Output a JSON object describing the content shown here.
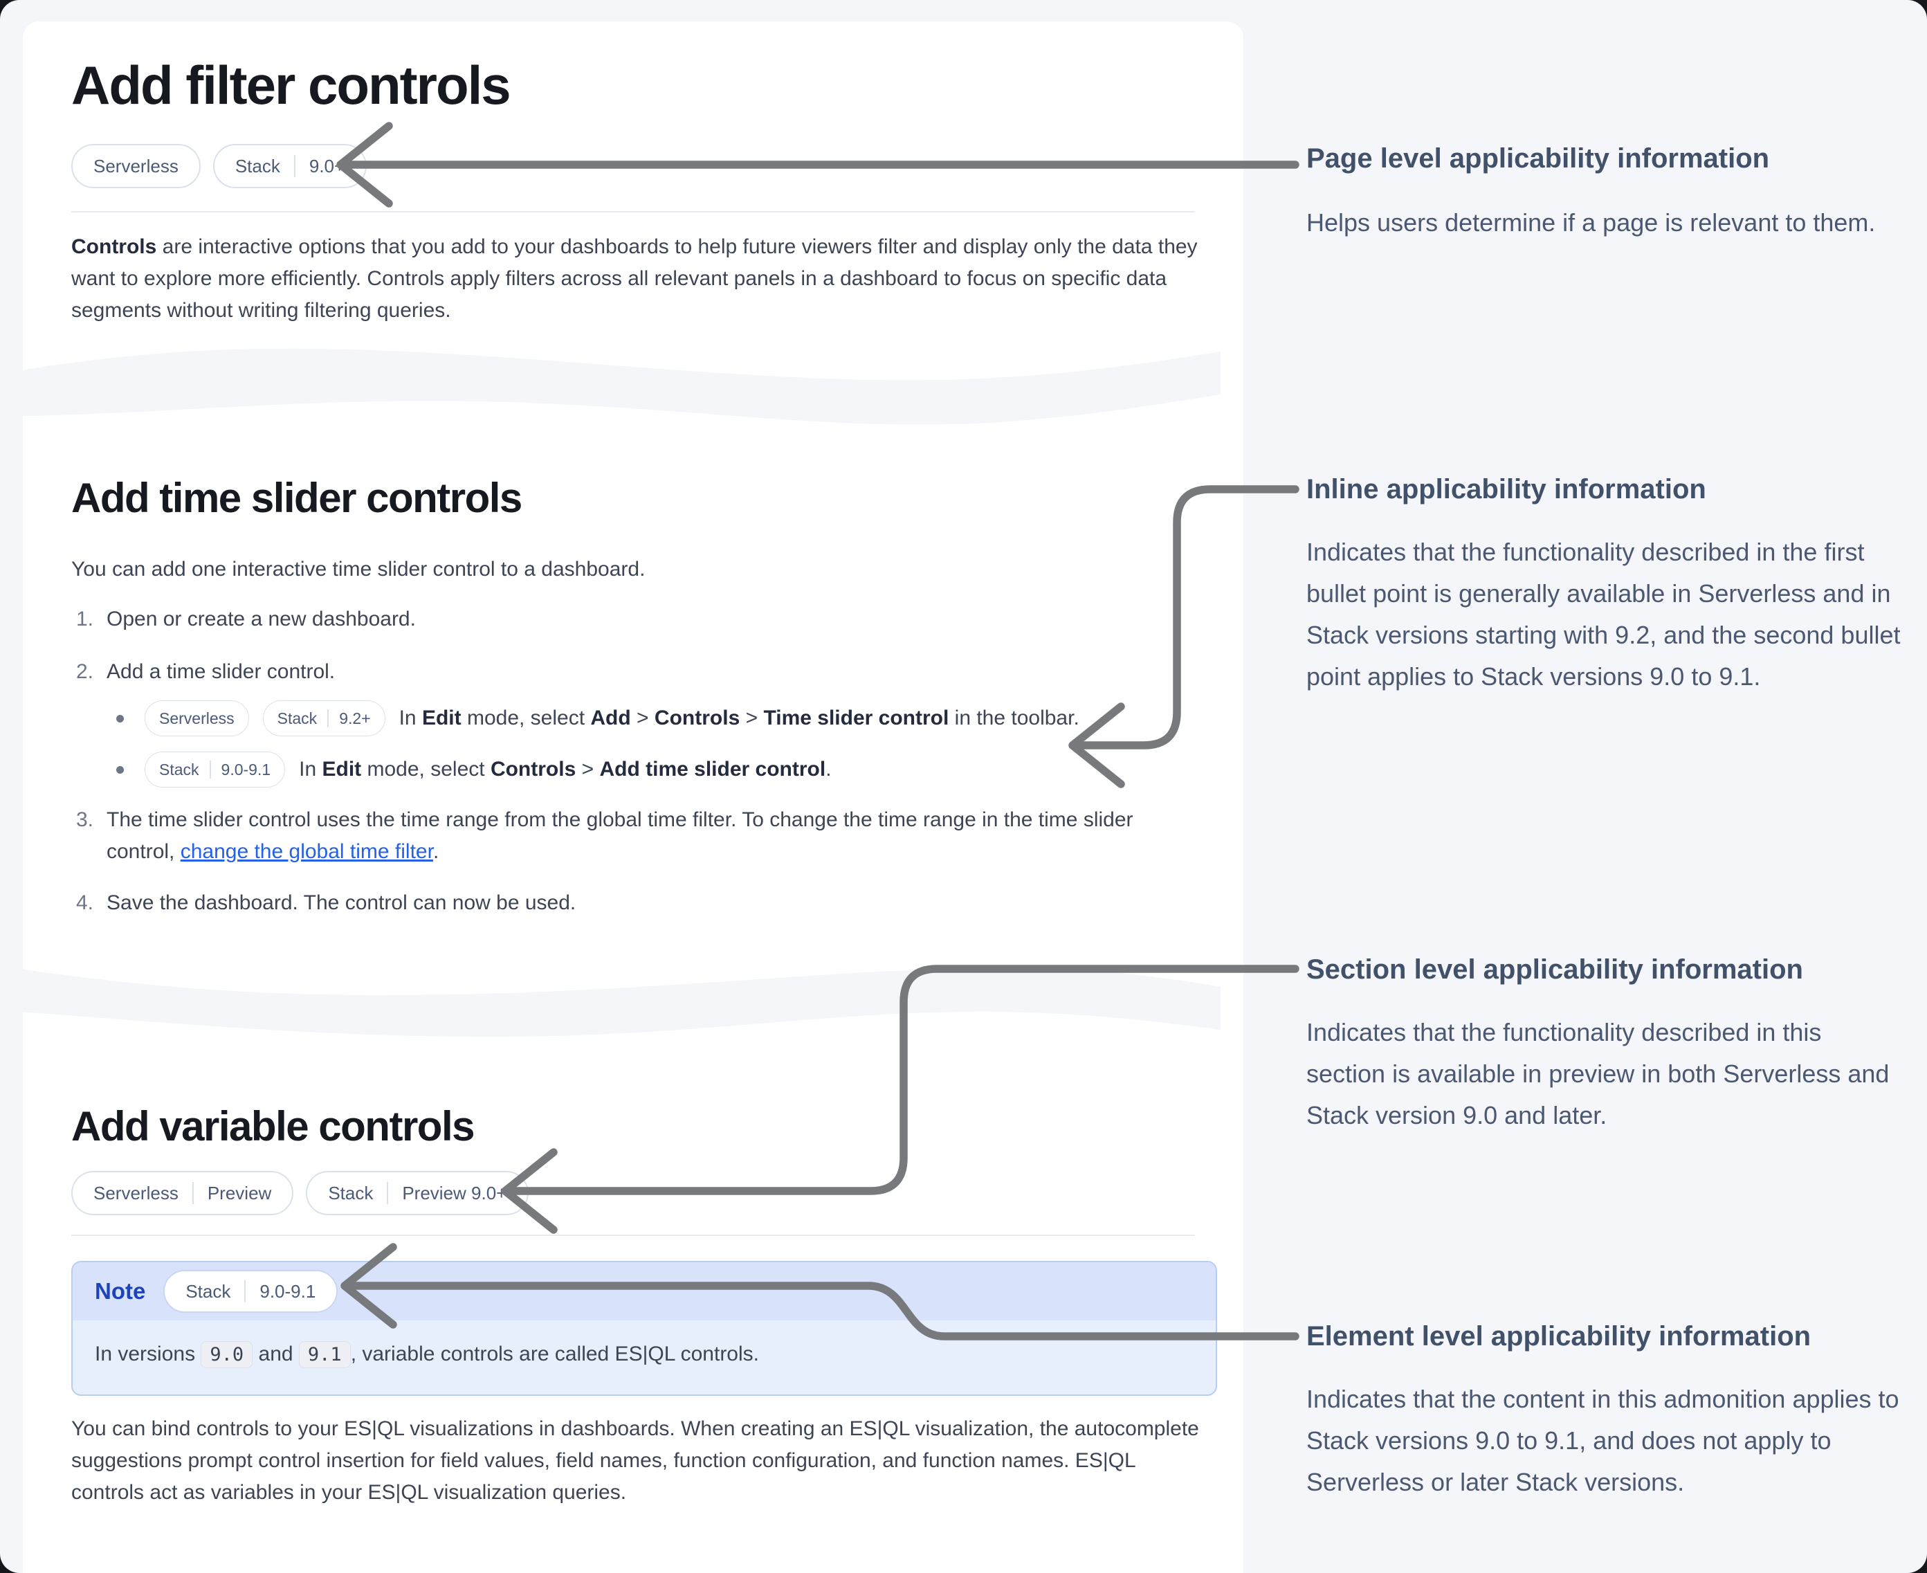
{
  "colors": {
    "page_background": "#f4f6fa",
    "card_background": "#ffffff",
    "arrow_gray": "#77797c",
    "link_blue": "#2461e8",
    "note_label_blue": "#1e43b8",
    "note_header_bg": "#d8e3fb",
    "note_body_bg": "#e7eefc"
  },
  "cards": {
    "filter": {
      "title": "Add filter controls",
      "badges": [
        {
          "parts": [
            "Serverless"
          ]
        },
        {
          "parts": [
            "Stack",
            "9.0+"
          ]
        }
      ],
      "body_html": "<b>Controls</b> are interactive options that you add to your dashboards to help future viewers filter and display only the data they want to explore more efficiently. Controls apply filters across all relevant panels in a dashboard to focus on specific data segments without writing filtering queries."
    },
    "time_slider": {
      "title": "Add time slider controls",
      "intro": "You can add one interactive time slider control to a dashboard.",
      "steps": [
        {
          "num": "1.",
          "text_html": "Open or create a new dashboard."
        },
        {
          "num": "2.",
          "text_html": "Add a time slider control."
        },
        {
          "num": "3.",
          "text_html": "The time slider control uses the time range from the global time filter. To change the time range in the time slider control, <a class=\"lnk\" data-name=\"global-time-filter-link\" data-interactable=\"true\" href=\"#\">change the global time filter</a>."
        },
        {
          "num": "4.",
          "text_html": "Save the dashboard. The control can now be used."
        }
      ],
      "bullets": [
        {
          "badges": [
            {
              "parts": [
                "Serverless"
              ]
            },
            {
              "parts": [
                "Stack",
                "9.2+"
              ]
            }
          ],
          "text_html": "In <b>Edit</b> mode, select <b>Add</b> &gt; <b>Controls</b> &gt; <b>Time slider control</b> in the toolbar."
        },
        {
          "badges": [
            {
              "parts": [
                "Stack",
                "9.0-9.1"
              ]
            }
          ],
          "text_html": "In <b>Edit</b> mode, select <b>Controls</b> &gt; <b>Add time slider control</b>."
        }
      ]
    },
    "variable": {
      "title": "Add variable controls",
      "badges": [
        {
          "parts": [
            "Serverless",
            "Preview"
          ]
        },
        {
          "parts": [
            "Stack",
            "Preview 9.0+"
          ]
        }
      ],
      "note": {
        "label": "Note",
        "badge": {
          "parts": [
            "Stack",
            "9.0-9.1"
          ]
        },
        "body_html": "In versions <code class=\"chip\">9.0</code> and <code class=\"chip\">9.1</code>, variable controls are called ES|QL controls."
      },
      "body_html": "You can bind controls to your ES|QL visualizations in dashboards. When creating an ES|QL visualization, the autocomplete suggestions prompt control insertion for field values, field names, function configuration, and function names. ES|QL controls act as variables in your ES|QL visualization queries."
    }
  },
  "annotations": [
    {
      "title": "Page level applicability information",
      "body": "Helps users determine if a page is relevant to them."
    },
    {
      "title": "Inline applicability information",
      "body": "Indicates that the functionality described in the first bullet point is generally available in Serverless and in Stack versions starting with 9.2, and the second bullet point applies to Stack versions 9.0 to 9.1."
    },
    {
      "title": "Section level applicability information",
      "body": "Indicates that the functionality described in this section is available in preview in both Serverless and Stack version 9.0 and later."
    },
    {
      "title": "Element level applicability information",
      "body": "Indicates that the content in this admonition applies to Stack versions 9.0 to 9.1, and does not apply to Serverless or later Stack versions."
    }
  ]
}
